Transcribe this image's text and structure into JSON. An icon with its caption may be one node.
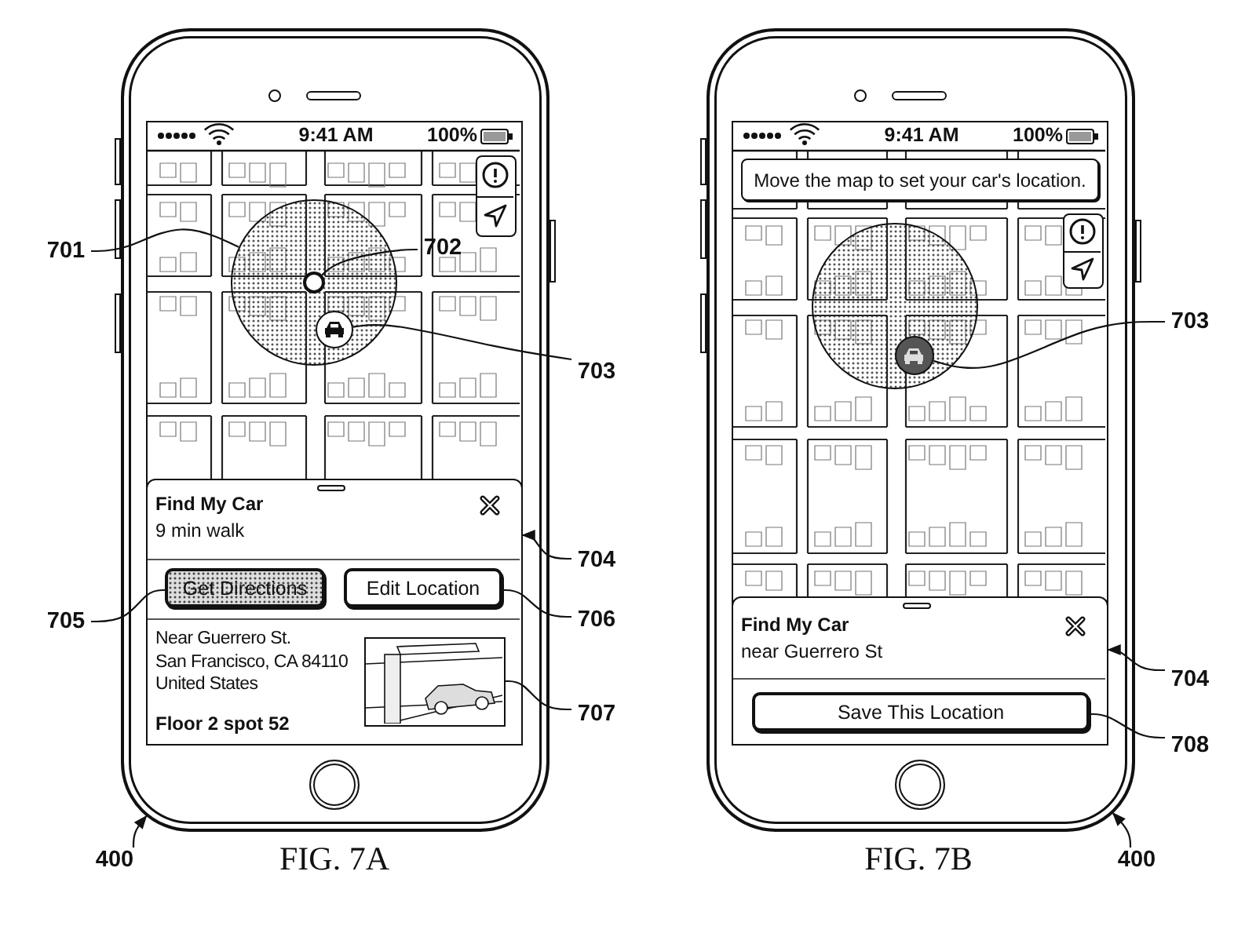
{
  "diagram": {
    "nodes": [
      {
        "text": [],
        "shape": "phone"
      },
      {
        "text": [],
        "shape": "circle",
        "in": 0
      },
      {
        "text": [],
        "shape": "circle",
        "in": 1
      },
      {
        "text": [],
        "shape": "circle",
        "in": 1
      },
      {
        "text": [
          "Find My Car",
          "9 min walk",
          "Near Guerrero St.",
          "San Francisco, CA 84110",
          "United States",
          "Floor 2 spot 52"
        ],
        "in": 0
      },
      {
        "text": [
          "Get Directions"
        ],
        "in": 4
      },
      {
        "text": [
          "Edit Location"
        ],
        "in": 4
      },
      {
        "text": [],
        "shape": "picture",
        "in": 4
      },
      {
        "text": [
          "701"
        ]
      },
      {
        "text": [
          "702"
        ],
        "in": 0
      },
      {
        "text": [
          "703"
        ]
      },
      {
        "text": [
          "704"
        ]
      },
      {
        "text": [
          "705"
        ]
      },
      {
        "text": [
          "706"
        ]
      },
      {
        "text": [
          "707"
        ]
      },
      {
        "text": [
          "400"
        ]
      },
      {
        "text": [],
        "shape": "phone"
      },
      {
        "text": [
          "Move the map to set your car's location."
        ],
        "in": 16
      },
      {
        "text": [],
        "shape": "circle",
        "in": 16
      },
      {
        "text": [],
        "shape": "circle",
        "in": 18
      },
      {
        "text": [
          "Find My Car",
          "near Guerrero St"
        ],
        "in": 16
      },
      {
        "text": [
          "Save This Location"
        ],
        "in": 20
      },
      {
        "text": [
          "703"
        ]
      },
      {
        "text": [
          "704"
        ]
      },
      {
        "text": [
          "708"
        ]
      },
      {
        "text": [
          "400"
        ]
      }
    ],
    "edges": [
      {
        "from": 8,
        "to": 1,
        "arrow": "none"
      },
      {
        "from": 9,
        "to": 2,
        "arrow": "none"
      },
      {
        "from": 10,
        "to": 3,
        "arrow": "none"
      },
      {
        "from": 11,
        "to": 4,
        "arrow": "to"
      },
      {
        "from": 12,
        "to": 5,
        "arrow": "none"
      },
      {
        "from": 13,
        "to": 6,
        "arrow": "none"
      },
      {
        "from": 14,
        "to": 7,
        "arrow": "none"
      },
      {
        "from": 15,
        "to": 0,
        "arrow": "to"
      },
      {
        "from": 22,
        "to": 19,
        "arrow": "none"
      },
      {
        "from": 23,
        "to": 20,
        "arrow": "to"
      },
      {
        "from": 24,
        "to": 21,
        "arrow": "none"
      },
      {
        "from": 25,
        "to": 16,
        "arrow": "to"
      }
    ],
    "labels": [
      "9:41 AM",
      "100%",
      "9:41 AM",
      "100%",
      "FIG. 7A",
      "FIG. 7B"
    ]
  }
}
